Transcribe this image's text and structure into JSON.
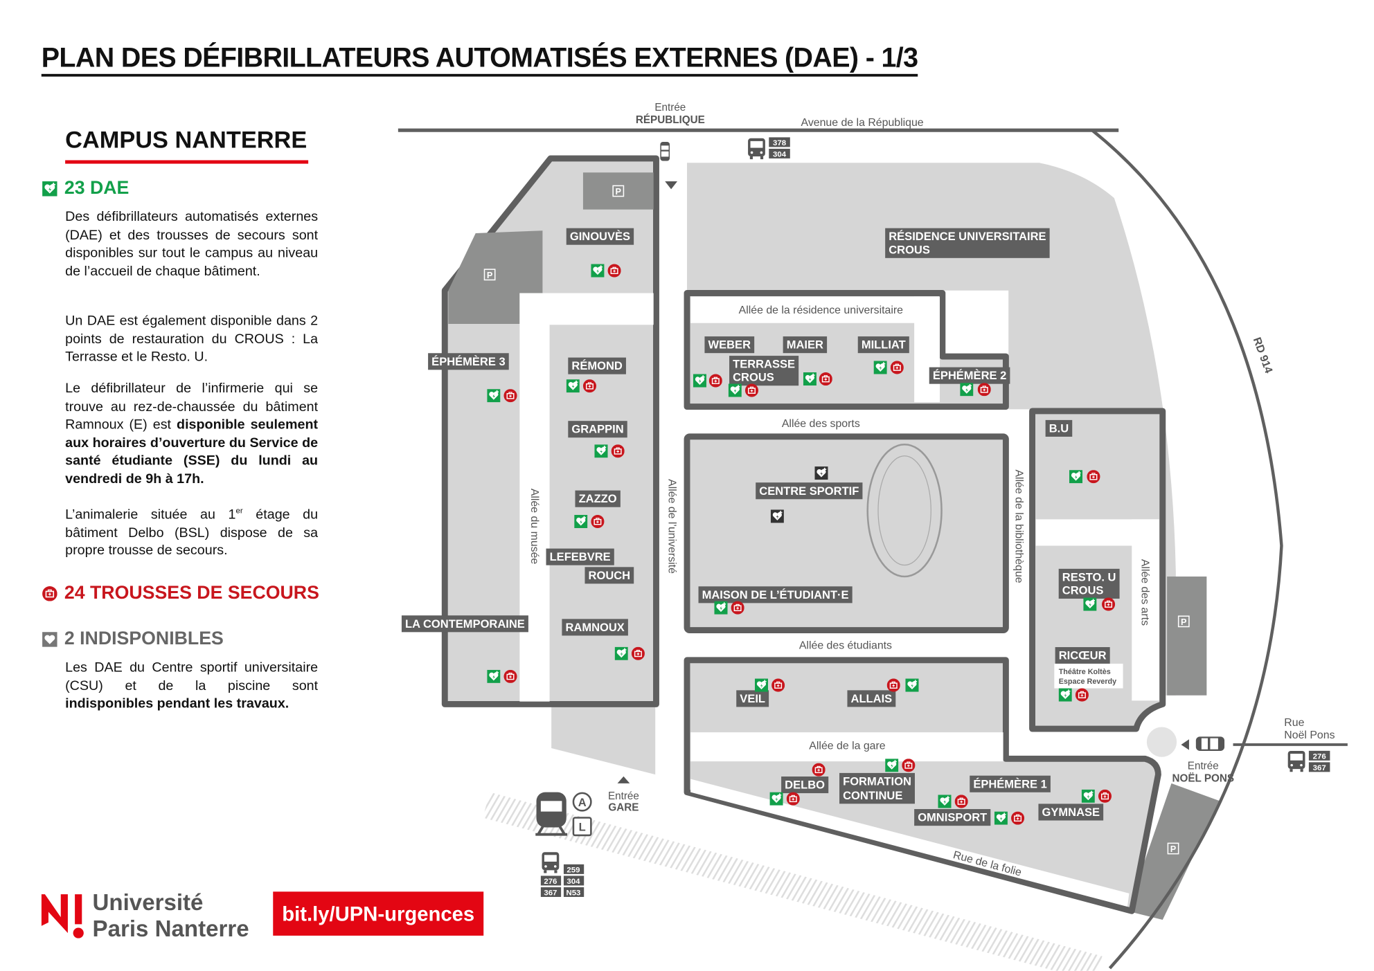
{
  "title": "PLAN DES DÉFIBRILLATEURS AUTOMATISÉS EXTERNES (DAE)  - 1/3",
  "campus": "CAMPUS NANTERRE",
  "colors": {
    "red": "#e30613",
    "green": "#12a04a",
    "dark_grey": "#5f5f5f",
    "light_grey": "#d6d6d6"
  },
  "legend": {
    "dae": {
      "icon": "defibrillator-heart-icon",
      "label": "23 DAE"
    },
    "kits": {
      "icon": "first-aid-kit-icon",
      "label": "24 TROUSSES DE SECOURS"
    },
    "unavailable": {
      "icon": "defibrillator-heart-grey-icon",
      "label": "2 INDISPONIBLES"
    }
  },
  "paragraphs": {
    "p1": "Des défibrillateurs automatisés externes (DAE) et des trousses de secours sont disponibles sur tout le campus au niveau de l’accueil de chaque bâtiment.",
    "p2": "Un DAE est également disponible dans 2 points de restauration du CROUS : La Terrasse et le Resto. U.",
    "p3_a": "Le défibrillateur de l’infirmerie qui se trouve au rez-de-chaussée du bâtiment Ramnoux (E) est ",
    "p3_b": "disponible seulement aux horaires d’ouverture du Service de santé étudiante (SSE) du lundi au vendredi de 9h à 17h.",
    "p4_a": "L’animalerie située au 1",
    "p4_sup": "er",
    "p4_b": " étage du bâtiment Delbo (BSL) dispose de sa propre trousse de secours.",
    "p5_a": "Les DAE du Centre sportif universitaire (CSU) et de la piscine sont ",
    "p5_b": "indisponibles pendant les travaux."
  },
  "footer": {
    "logo_line1": "Université",
    "logo_line2": "Paris Nanterre",
    "url": "bit.ly/UPN-urgences"
  },
  "map": {
    "streets": {
      "avenue": "Avenue de la République",
      "rd914": "RD 914",
      "residence": "Allée de la résidence universitaire",
      "sports": "Allée des sports",
      "etudiants": "Allée des étudiants",
      "gare": "Allée de la gare",
      "folie": "Rue de la folie",
      "musee": "Allée du musée",
      "universite": "Allée de l’université",
      "bibliotheque": "Allée de la bibliothèque",
      "arts": "Allée des arts",
      "noel_pons_1": "Rue",
      "noel_pons_2": "Noël Pons"
    },
    "entrances": {
      "republique": {
        "line1": "Entrée",
        "line2": "RÉPUBLIQUE"
      },
      "gare": {
        "line1": "Entrée",
        "line2": "GARE"
      },
      "noel_pons": {
        "line1": "Entrée",
        "line2": "NOËL PONS"
      }
    },
    "transport": {
      "bus_republique": [
        "378",
        "304"
      ],
      "bus_gare": [
        "259",
        "276",
        "304",
        "367",
        "N53"
      ],
      "bus_noel_pons": [
        "276",
        "367"
      ],
      "rer": "A",
      "train": "L",
      "parking": "P"
    },
    "buildings": {
      "ginouves": "GINOUVÈS",
      "ephemere3": "ÉPHÉMÈRE 3",
      "remond": "RÉMOND",
      "grappin": "GRAPPIN",
      "zazzo": "ZAZZO",
      "lefebvre": "LEFEBVRE",
      "rouch": "ROUCH",
      "ramnoux": "RAMNOUX",
      "contemporaine": "LA CONTEMPORAINE",
      "weber": "WEBER",
      "maier": "MAIER",
      "milliat": "MILLIAT",
      "terrasse_1": "TERRASSE",
      "terrasse_2": "CROUS",
      "ephemere2": "ÉPHÉMÈRE 2",
      "residence_1": "RÉSIDENCE UNIVERSITAIRE",
      "residence_2": "CROUS",
      "centre_sportif": "CENTRE SPORTIF",
      "maison": "MAISON DE L’ÉTUDIANT·E",
      "bu": "B.U",
      "resto_1": "RESTO. U",
      "resto_2": "CROUS",
      "ricoeur": "RICŒUR",
      "ricoeur_sub1": "Théâtre Koltès",
      "ricoeur_sub2": "Espace Reverdy",
      "veil": "VEIL",
      "allais": "ALLAIS",
      "delbo": "DELBO",
      "formation_1": "FORMATION",
      "formation_2": "CONTINUE",
      "ephemere1": "ÉPHÉMÈRE 1",
      "omnisport": "OMNISPORT",
      "gymnase": "GYMNASE"
    }
  }
}
